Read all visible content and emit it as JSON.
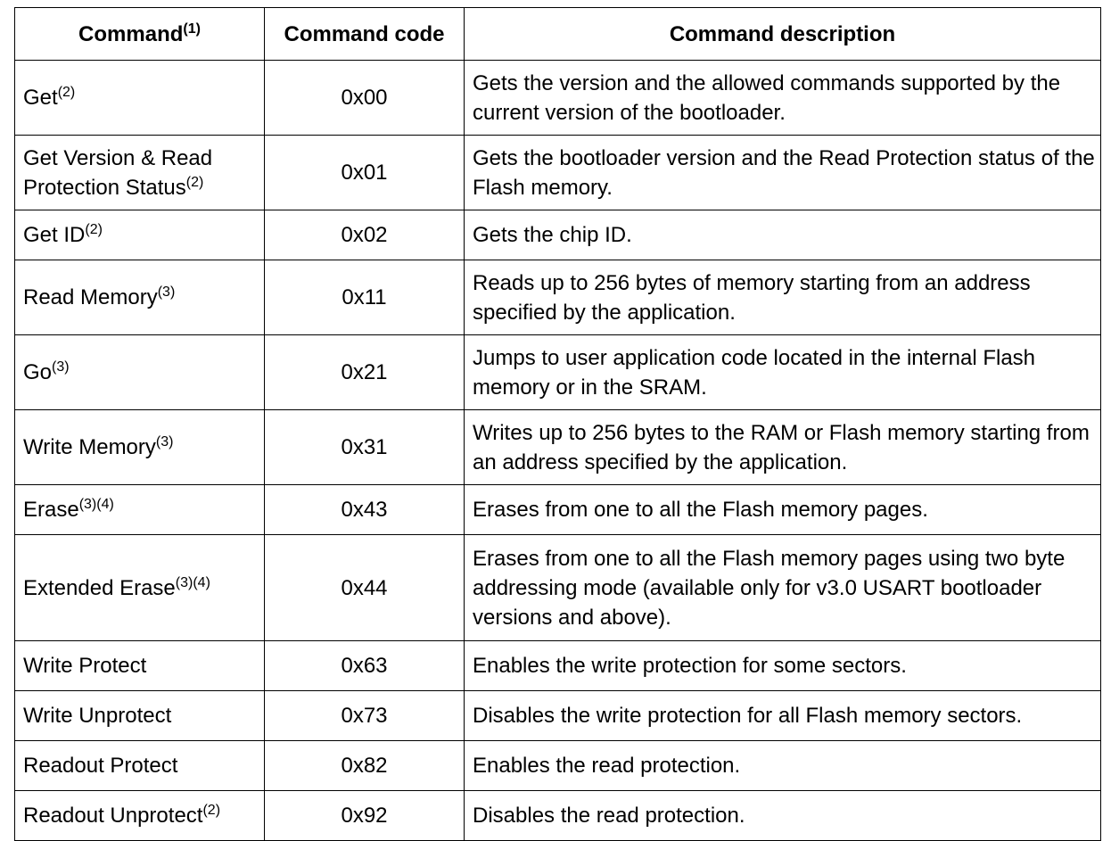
{
  "header": {
    "command": "Command",
    "command_note": "(1)",
    "code": "Command code",
    "description": "Command description"
  },
  "rows": [
    {
      "name": "Get",
      "note": "(2)",
      "code": "0x00",
      "desc": "Gets the version and the allowed commands supported by the current version of the bootloader."
    },
    {
      "name": "Get Version & Read Protection Status",
      "note": "(2)",
      "code": "0x01",
      "desc": "Gets the bootloader version and the Read Protection status of the Flash memory."
    },
    {
      "name": "Get ID",
      "note": "(2)",
      "code": "0x02",
      "desc": "Gets the chip ID."
    },
    {
      "name": "Read Memory",
      "note": "(3)",
      "code": "0x11",
      "desc": "Reads up to 256 bytes of memory starting from an address specified by the application."
    },
    {
      "name": "Go",
      "note": "(3)",
      "code": "0x21",
      "desc": "Jumps to user application code located in the internal Flash memory or in the SRAM."
    },
    {
      "name": "Write Memory",
      "note": "(3)",
      "code": "0x31",
      "desc": "Writes up to 256 bytes to the RAM or Flash memory starting from an address specified by the application."
    },
    {
      "name": "Erase",
      "note": "(3)(4)",
      "code": "0x43",
      "desc": "Erases from one to all the Flash memory pages."
    },
    {
      "name": "Extended Erase",
      "note": "(3)(4)",
      "code": "0x44",
      "desc": "Erases from one to all the Flash memory pages using two byte addressing mode (available only for v3.0 USART bootloader versions and above)."
    },
    {
      "name": "Write Protect",
      "note": "",
      "code": "0x63",
      "desc": "Enables the write protection for some sectors."
    },
    {
      "name": "Write Unprotect",
      "note": "",
      "code": "0x73",
      "desc": "Disables the write protection for all Flash memory sectors."
    },
    {
      "name": "Readout Protect",
      "note": "",
      "code": "0x82",
      "desc": "Enables the read protection."
    },
    {
      "name": "Readout Unprotect",
      "note": "(2)",
      "code": "0x92",
      "desc": "Disables the read protection."
    }
  ]
}
